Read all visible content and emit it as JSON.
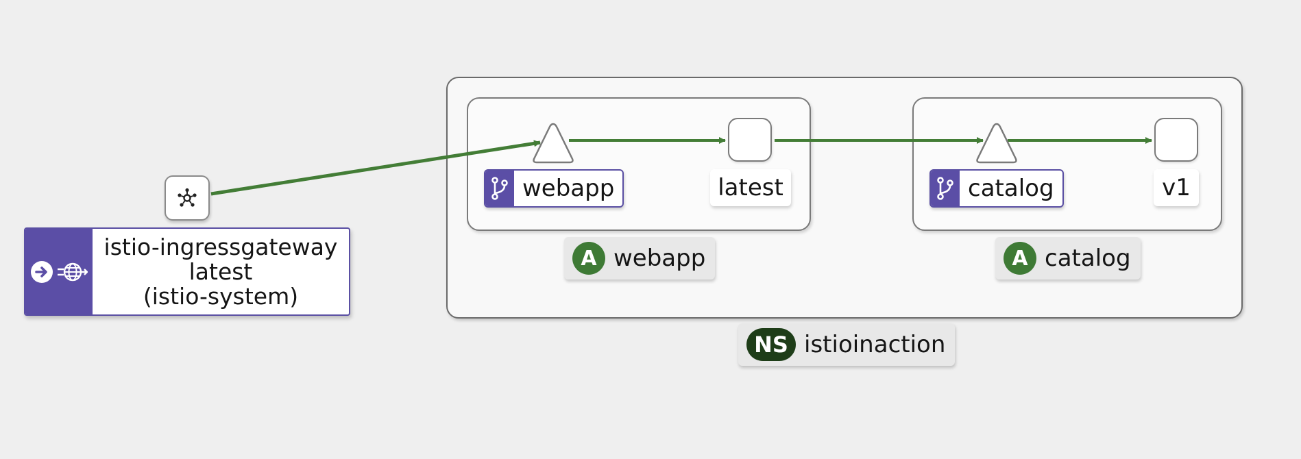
{
  "colors": {
    "edge": "#437d36",
    "badge_purple": "#5b4ea6",
    "app_badge_green": "#3e7a35",
    "ns_badge_dark": "#1e3d18",
    "background": "#efefef"
  },
  "namespace": {
    "badge": "NS",
    "label": "istioinaction"
  },
  "apps": [
    {
      "badge": "A",
      "label": "webapp"
    },
    {
      "badge": "A",
      "label": "catalog"
    }
  ],
  "services": [
    {
      "label": "webapp",
      "icon": "service-branch-icon"
    },
    {
      "label": "catalog",
      "icon": "service-branch-icon"
    }
  ],
  "workloads": [
    {
      "label": "latest"
    },
    {
      "label": "v1"
    }
  ],
  "gateway": {
    "icon": "ingress-gateway-icon",
    "badge_icons": [
      "arrow-right-circle-icon",
      "globe-arrow-icon"
    ],
    "lines": [
      "istio-ingressgateway",
      "latest",
      "(istio-system)"
    ]
  }
}
